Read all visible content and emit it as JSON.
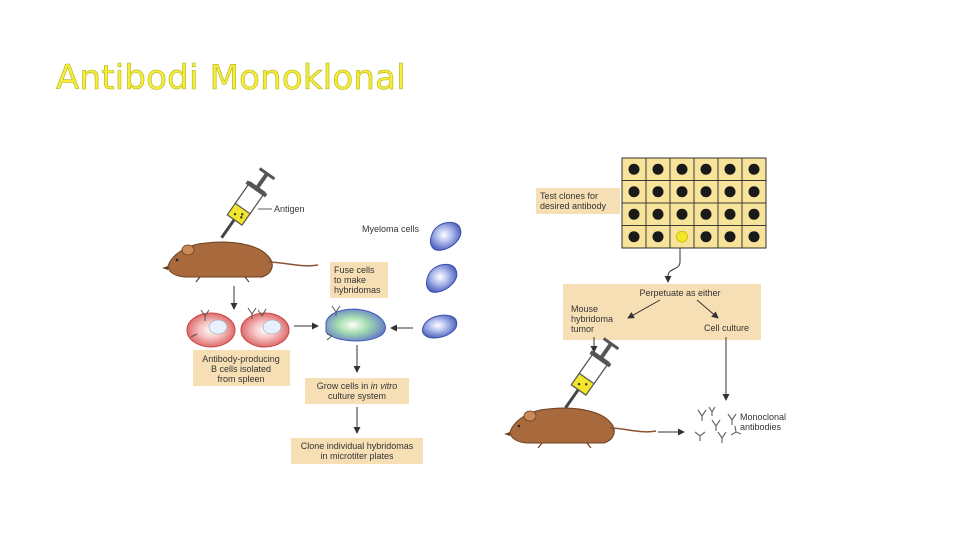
{
  "slide": {
    "title": "Antibodi Monoklonal"
  },
  "diagram": {
    "antigen": "Antigen",
    "myeloma": "Myeloma cells",
    "fuse_1": "Fuse cells",
    "fuse_2": "to make",
    "fuse_3": "hybridomas",
    "bcells_1": "Antibody-producing",
    "bcells_2": "B cells isolated",
    "bcells_3": "from spleen",
    "grow_1": "Grow cells in ",
    "grow_italic": "in vitro",
    "grow_2": "culture system",
    "clone_1": "Clone individual hybridomas",
    "clone_2": "in microtiter plates",
    "test_1": "Test clones for",
    "test_2": "desired antibody",
    "perpetuate": "Perpetuate as either",
    "mouse_1": "Mouse",
    "mouse_2": "hybridoma",
    "mouse_3": "tumor",
    "cellculture": "Cell culture",
    "mab_1": "Monoclonal",
    "mab_2": "antibodies"
  },
  "colors": {
    "title": "#f4ee3a",
    "label_box": "#f7dfb5",
    "mouse": "#a86a3c",
    "b_cell": "#e88888",
    "myeloma": "#6a7fd0",
    "hybridoma": "#7ec98a",
    "well": "#1a1a1a",
    "plate": "#f8e39a",
    "syringe_fluid": "#f2e62a"
  }
}
